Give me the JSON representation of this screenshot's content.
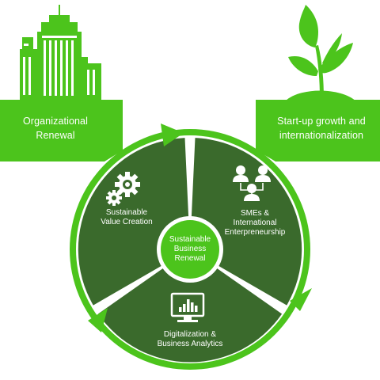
{
  "colors": {
    "accent_green": "#4cc41c",
    "segment_green": "#3a6a2c",
    "white": "#ffffff"
  },
  "top_left": {
    "lines": [
      "Organizational",
      "Renewal"
    ],
    "icon": "building-icon"
  },
  "top_right": {
    "lines": [
      "Start-up growth and",
      "internationalization"
    ],
    "icon": "sprout-icon"
  },
  "segments": {
    "value_creation": {
      "lines": [
        "Sustainable",
        "Value Creation"
      ],
      "icon": "gears-icon"
    },
    "smes": {
      "lines": [
        "SMEs &",
        "International",
        "Enterpreneurship"
      ],
      "icon": "people-network-icon"
    },
    "digitalization": {
      "lines": [
        "Digitalization &",
        "Business Analytics"
      ],
      "icon": "monitor-chart-icon"
    }
  },
  "center": {
    "lines": [
      "Sustainable",
      "Business",
      "Renewal"
    ]
  }
}
